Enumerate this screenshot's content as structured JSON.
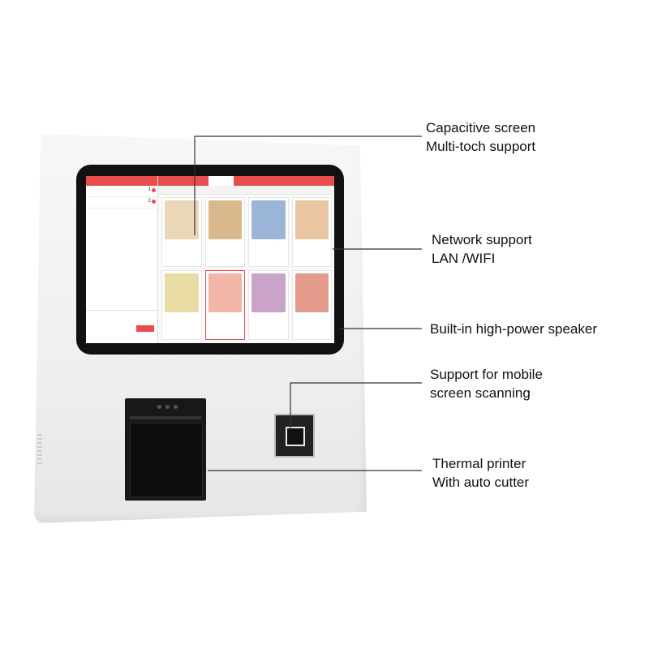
{
  "labels": {
    "capacitive_line1": "Capacitive screen",
    "capacitive_line2": "Multi-toch support",
    "network_line1": "Network support",
    "network_line2": "LAN /WIFI",
    "speaker": "Built-in high-power speaker",
    "scanning_line1": "Support for mobile",
    "scanning_line2": "screen scanning",
    "printer_line1": "Thermal printer",
    "printer_line2": "With auto cutter"
  },
  "screen": {
    "menu_items": [
      {
        "img_color": "#e9d7b8"
      },
      {
        "img_color": "#d9b98c"
      },
      {
        "img_color": "#9bb5d8"
      },
      {
        "img_color": "#e9c6a1"
      },
      {
        "img_color": "#e8dca4"
      },
      {
        "img_color": "#f2b6a8",
        "selected": true
      },
      {
        "img_color": "#c9a4c8"
      },
      {
        "img_color": "#e39b8c"
      }
    ]
  },
  "colors": {
    "accent": "#e84c4c",
    "leader_line": "#333333"
  }
}
